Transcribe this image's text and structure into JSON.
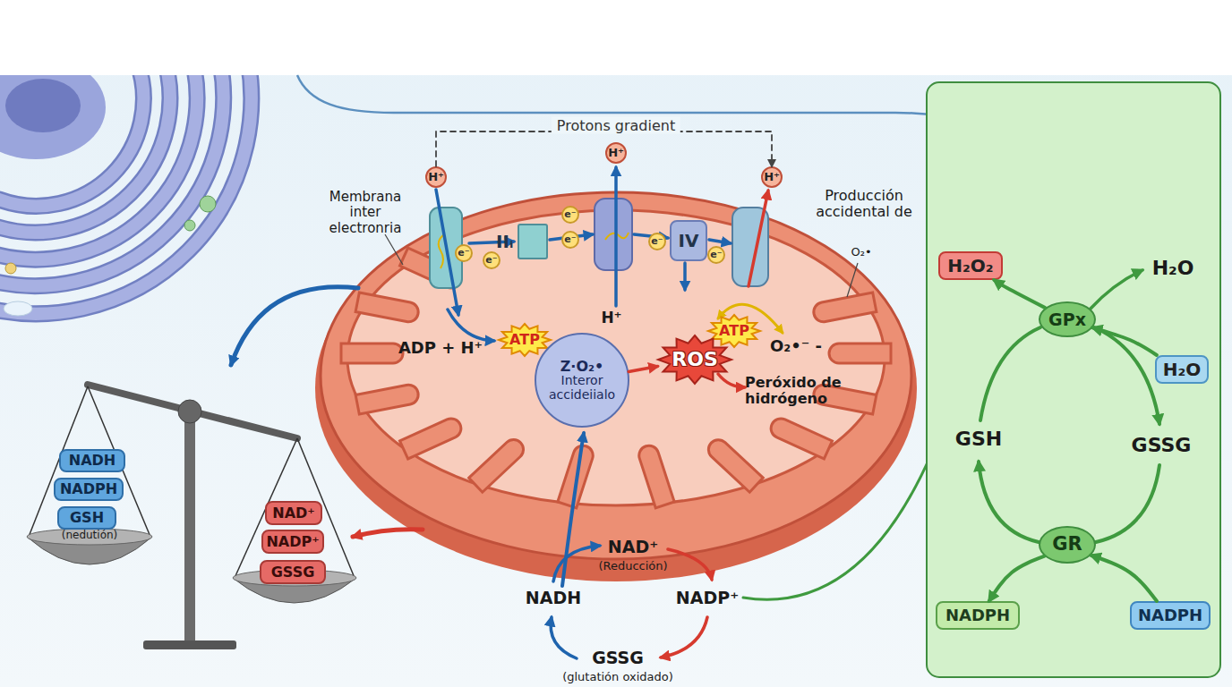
{
  "diagram": {
    "nodes": [
      {
        "text": [
          "H⁺"
        ]
      },
      {
        "text": [
          "H⁺"
        ]
      },
      {
        "text": [
          "H⁺"
        ]
      },
      {
        "text": [
          "e⁻"
        ]
      },
      {
        "text": [
          "e⁻"
        ]
      },
      {
        "text": [
          "IIᵢ"
        ]
      },
      {
        "text": [
          "e⁻"
        ]
      },
      {
        "text": [
          "e⁻"
        ]
      },
      {
        "text": [
          "IV"
        ]
      },
      {
        "text": [
          "e⁻"
        ]
      },
      {
        "text": [
          "e⁻"
        ]
      },
      {
        "text": [
          "ATP"
        ]
      },
      {
        "text": [
          "ATP"
        ]
      },
      {
        "text": [
          "Z·O₂•",
          "Interor accideiialo"
        ]
      },
      {
        "text": [
          "ROS"
        ]
      },
      {
        "text": [
          "H₂O₂"
        ]
      },
      {
        "text": [
          "GPx"
        ]
      },
      {
        "text": [
          "H₂O"
        ]
      },
      {
        "text": [
          "GR"
        ]
      },
      {
        "text": [
          "NADPH"
        ]
      },
      {
        "text": [
          "NADPH"
        ]
      },
      {
        "text": [
          "NADH"
        ]
      },
      {
        "text": [
          "NADPH"
        ]
      },
      {
        "text": [
          "GSH"
        ]
      },
      {
        "text": [
          "NAD⁺"
        ]
      },
      {
        "text": [
          "NADP⁺"
        ]
      },
      {
        "text": [
          "GSSG"
        ]
      }
    ],
    "edges": [
      {
        "from": 0,
        "to": 2,
        "label": "Protons gradient",
        "arrow": "to"
      },
      {
        "from": 13,
        "to": 14,
        "arrow": "to"
      },
      {
        "from": 16,
        "to": 15,
        "arrow": "to"
      },
      {
        "from": 17,
        "to": 16,
        "arrow": "to"
      },
      {
        "from": 20,
        "to": 18,
        "arrow": "to"
      },
      {
        "from": 18,
        "to": 19,
        "arrow": "to"
      }
    ],
    "labels": [
      "Membrana inter electronria",
      "H⁺",
      "ADP + H⁺",
      "Producción accidental de",
      "O₂•",
      "O₂•⁻ -",
      "Peróxido de hidrógeno",
      "H₂O",
      "GSH",
      "GSSG",
      "(nedutión)",
      "NAD⁺",
      "(Reducción)",
      "NADP⁺",
      "NADH",
      "GSSG",
      "(glutatión oxidado)"
    ]
  }
}
